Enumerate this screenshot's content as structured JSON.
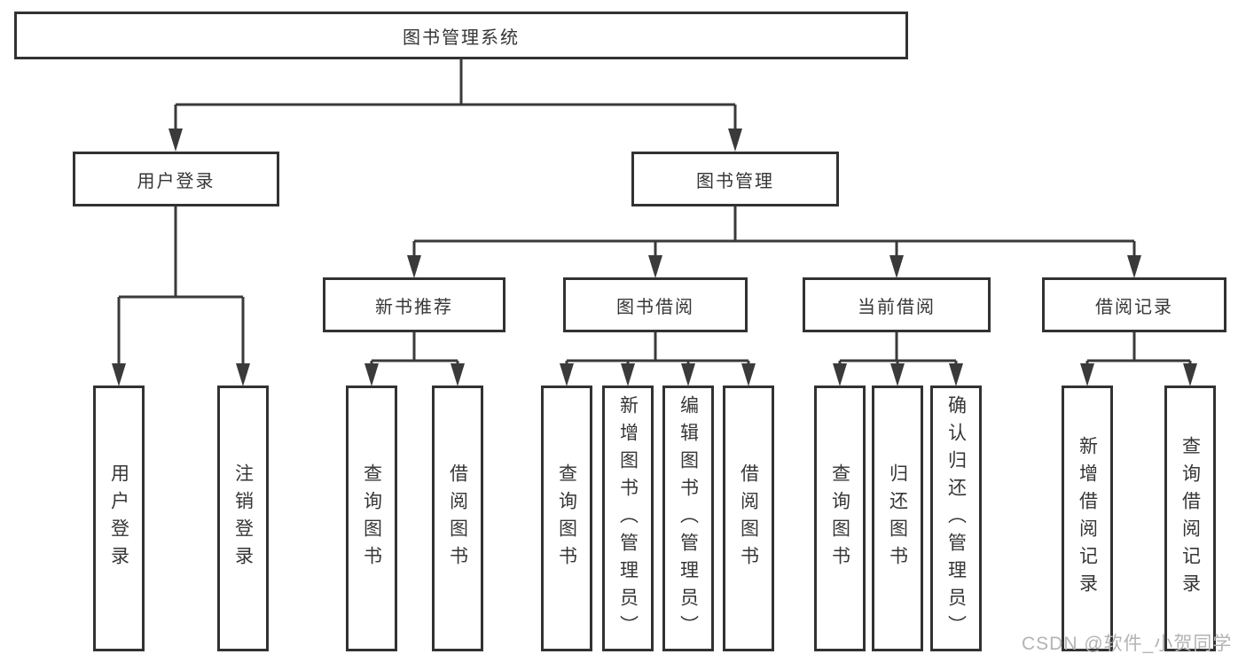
{
  "colors": {
    "line": "#3a3a3a",
    "box_border": "#323232",
    "text": "#363636",
    "watermark": "#b3b3b3",
    "background": "#ffffff"
  },
  "nodes": {
    "root": "图书管理系统",
    "user_login": "用户登录",
    "book_mgmt": "图书管理",
    "new_books": "新书推荐",
    "book_borrow": "图书借阅",
    "current_borrow": "当前借阅",
    "borrow_records": "借阅记录",
    "leaves": {
      "user_login": [
        "用户登录",
        "注销登录"
      ],
      "new_books": [
        "查询图书",
        "借阅图书"
      ],
      "book_borrow": [
        "查询图书",
        "新增图书（管理员）",
        "编辑图书（管理员）",
        "借阅图书"
      ],
      "current_borrow": [
        "查询图书",
        "归还图书",
        "确认归还（管理员）"
      ],
      "borrow_records": [
        "新增借阅记录",
        "查询借阅记录"
      ]
    }
  },
  "watermark": "CSDN @软件_小贺同学"
}
